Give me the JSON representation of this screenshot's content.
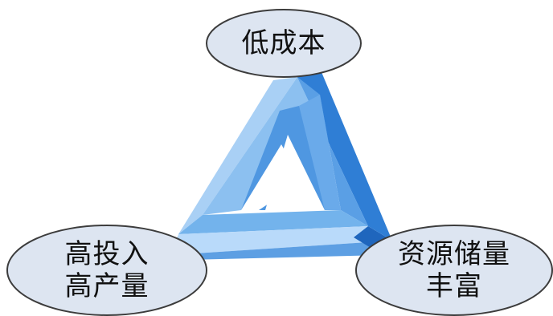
{
  "nodes": {
    "top": {
      "lines": [
        "低成本"
      ]
    },
    "left": {
      "lines": [
        "高投入",
        "高产量"
      ]
    },
    "right": {
      "lines": [
        "资源储量",
        "丰富"
      ]
    }
  },
  "colors": {
    "ellipse_fill": "#dde5f1",
    "ellipse_stroke": "#3c3c3c",
    "triangle_light": "#a9d0f5",
    "triangle_mid": "#73b3ec",
    "triangle_dark": "#2f7ed5",
    "triangle_deep": "#1f66bd"
  }
}
